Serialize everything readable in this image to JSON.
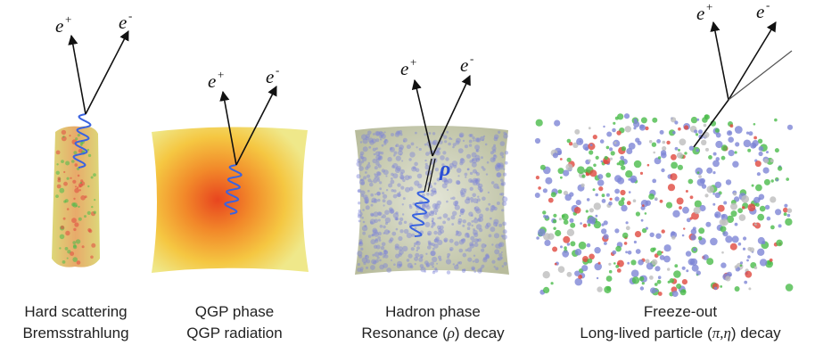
{
  "particles": {
    "positron": "e",
    "electron": "e",
    "plus": "+",
    "minus": "-",
    "rho": "ρ"
  },
  "stages": [
    {
      "line1": "Hard scattering",
      "line2": "Bremsstrahlung"
    },
    {
      "line1": "QGP phase",
      "line2": "QGP radiation"
    },
    {
      "line1": "Hadron phase",
      "line2_pre": "Resonance (",
      "line2_sym": "ρ",
      "line2_post": ") decay"
    },
    {
      "line1": "Freeze-out",
      "line2_pre": "Long-lived particle (",
      "line2_sym": "π,η",
      "line2_post": ") decay"
    }
  ],
  "colors": {
    "photon": "#3a63e0",
    "arrow": "#111111",
    "qgp_hot": "#e8451f",
    "qgp_cool": "#f2e86a",
    "hadron_bg": "#c9cdb4",
    "hadron_dots": "#7e86d6",
    "green": "#4bbb4b",
    "red": "#e0493f",
    "grey": "#bdbdbd"
  }
}
